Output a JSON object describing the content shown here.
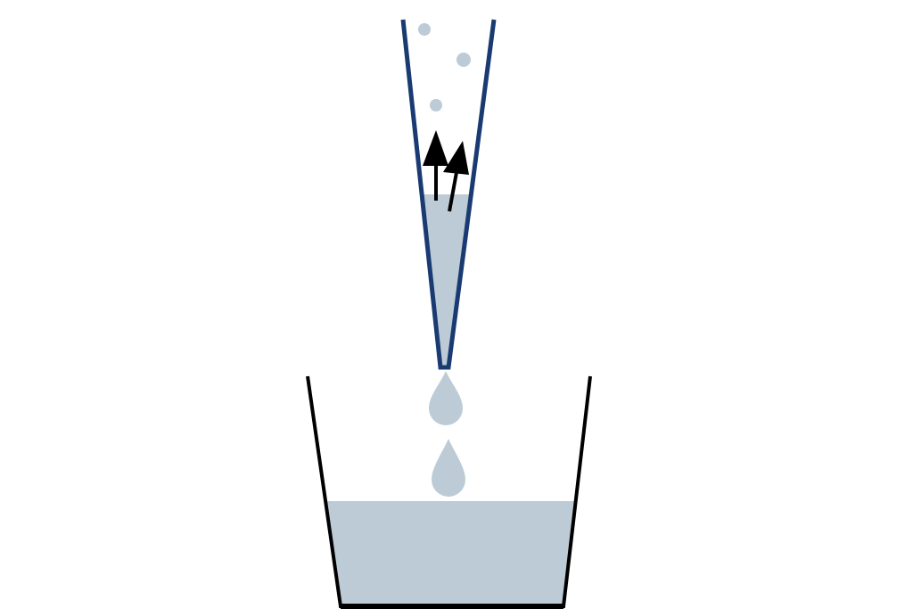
{
  "colors": {
    "tube_outline": "#1a3a72",
    "liquid": "#bccbd5",
    "beaker_outline": "#000000",
    "arrow": "#000000",
    "background": "#ffffff"
  },
  "elements": {
    "tube": "tapered-tube-with-liquid",
    "bubbles": 3,
    "arrows": 2,
    "drops": 2,
    "beaker": "beaker-with-liquid"
  }
}
